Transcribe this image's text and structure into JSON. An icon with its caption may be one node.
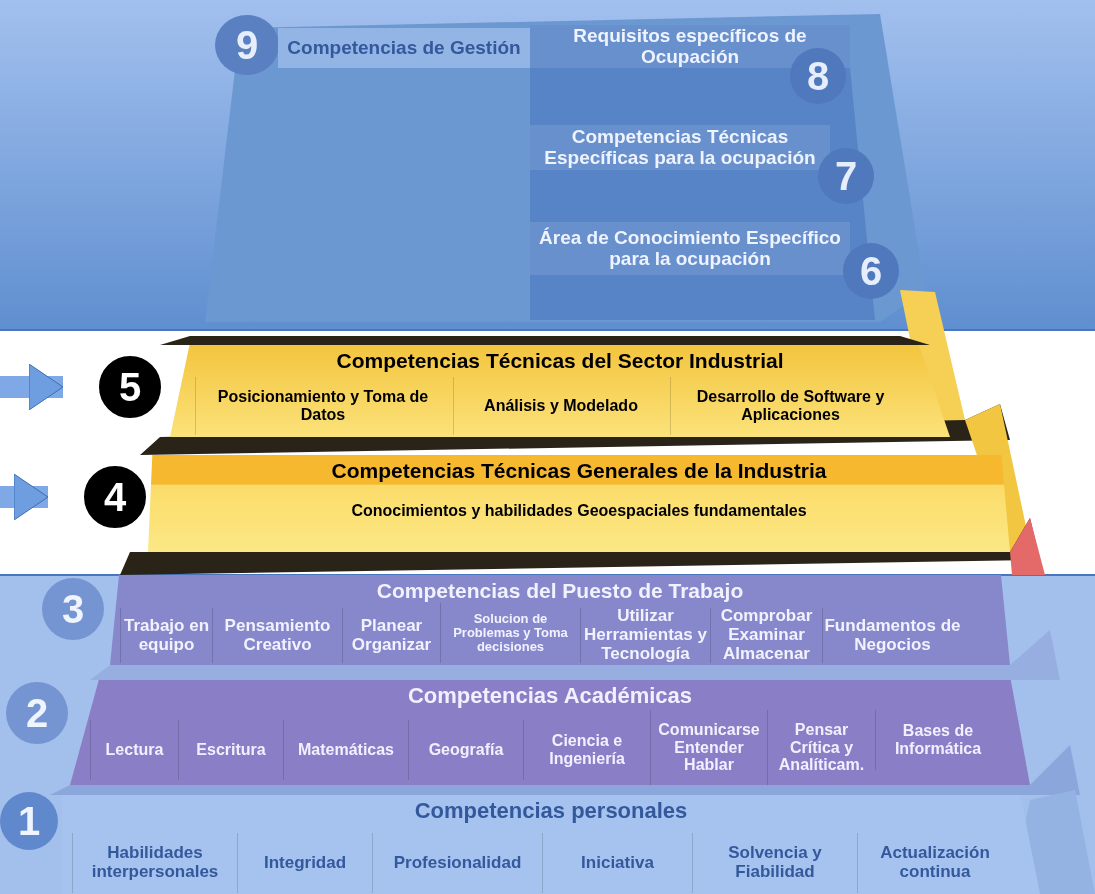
{
  "diagram": {
    "nodes": [
      {
        "text": [
          "9"
        ]
      },
      {
        "text": [
          "Competencias de Gestión"
        ]
      },
      {
        "text": [
          "Requisitos específicos de Ocupación"
        ]
      },
      {
        "text": [
          "8"
        ]
      },
      {
        "text": [
          "Competencias Técnicas Específicas para la ocupación"
        ]
      },
      {
        "text": [
          "7"
        ]
      },
      {
        "text": [
          "Área de Conocimiento Específico para la ocupación"
        ]
      },
      {
        "text": [
          "6"
        ]
      },
      {
        "text": [
          "5"
        ]
      },
      {
        "text": [
          "Competencias Técnicas del Sector Industrial"
        ]
      },
      {
        "text": [
          "Posicionamiento y Toma de Datos"
        ],
        "in": 9
      },
      {
        "text": [
          "Análisis y Modelado"
        ],
        "in": 9
      },
      {
        "text": [
          "Desarrollo de Software y Aplicaciones"
        ],
        "in": 9
      },
      {
        "text": [
          "4"
        ]
      },
      {
        "text": [
          "Competencias Técnicas Generales de la Industria",
          "Conocimientos y habilidades Geoespaciales fundamentales"
        ]
      },
      {
        "text": [
          "3"
        ]
      },
      {
        "text": [
          "Competencias del Puesto de Trabajo"
        ]
      },
      {
        "text": [
          "Trabajo en equipo"
        ],
        "in": 16
      },
      {
        "text": [
          "Pensamiento Creativo"
        ],
        "in": 16
      },
      {
        "text": [
          "Planear Organizar"
        ],
        "in": 16
      },
      {
        "text": [
          "Solucion de Problemas y Toma decisiones"
        ],
        "in": 16
      },
      {
        "text": [
          "Utilizar Herramientas y Tecnología"
        ],
        "in": 16
      },
      {
        "text": [
          "Comprobar Examinar Almacenar"
        ],
        "in": 16
      },
      {
        "text": [
          "Fundamentos de Negocios"
        ],
        "in": 16
      },
      {
        "text": [
          "2"
        ]
      },
      {
        "text": [
          "Competencias Académicas"
        ]
      },
      {
        "text": [
          "Lectura"
        ],
        "in": 25
      },
      {
        "text": [
          "Escritura"
        ],
        "in": 25
      },
      {
        "text": [
          "Matemáticas"
        ],
        "in": 25
      },
      {
        "text": [
          "Geografía"
        ],
        "in": 25
      },
      {
        "text": [
          "Ciencia e Ingeniería"
        ],
        "in": 25
      },
      {
        "text": [
          "Comunicarse Entender Hablar"
        ],
        "in": 25
      },
      {
        "text": [
          "Pensar Crítica y Analíticam."
        ],
        "in": 25
      },
      {
        "text": [
          "Bases de Informática"
        ],
        "in": 25
      },
      {
        "text": [
          "1"
        ]
      },
      {
        "text": [
          "Competencias personales"
        ]
      },
      {
        "text": [
          "Habilidades interpersonales"
        ],
        "in": 35
      },
      {
        "text": [
          "Integridad"
        ],
        "in": 35
      },
      {
        "text": [
          "Profesionalidad"
        ],
        "in": 35
      },
      {
        "text": [
          "Iniciativa"
        ],
        "in": 35
      },
      {
        "text": [
          "Solvencia y Fiabilidad"
        ],
        "in": 35
      },
      {
        "text": [
          "Actualización continua"
        ],
        "in": 35
      }
    ],
    "edges": [
      {
        "from": null,
        "to": 8,
        "arrow": "to"
      },
      {
        "from": null,
        "to": 13,
        "arrow": "to"
      }
    ]
  }
}
